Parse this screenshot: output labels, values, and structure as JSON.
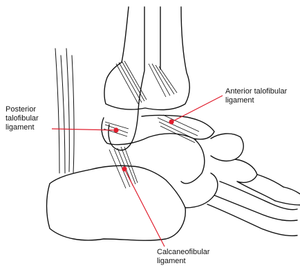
{
  "labels": {
    "posterior": [
      "Posterior",
      "talofibular",
      "ligament"
    ],
    "anterior": [
      "Anterior talofibular",
      "ligament"
    ],
    "calcaneofibular": [
      "Calcaneofibular",
      "ligament"
    ]
  },
  "colors": {
    "outline": "#111111",
    "leader": "#e01e2e",
    "marker": "#e01e2e",
    "background": "#ffffff"
  }
}
